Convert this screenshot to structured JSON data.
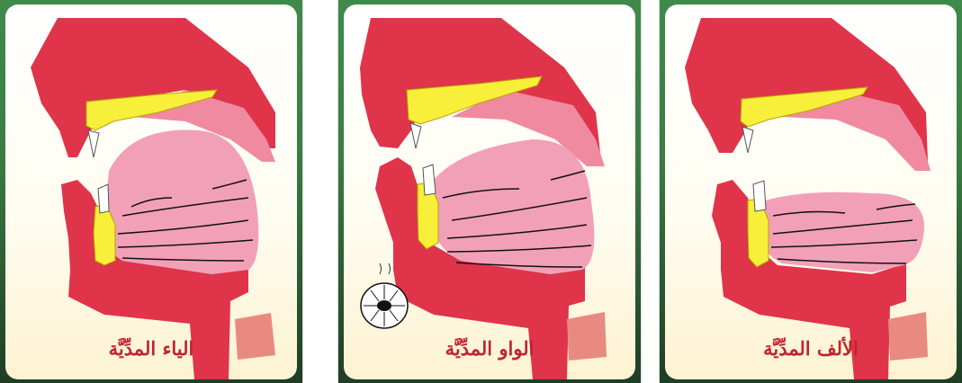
{
  "cards": [
    {
      "label": "الياء المدِّيَّة"
    },
    {
      "label": "الواو المدِّيَّة"
    },
    {
      "label": "الألف المدِّيَّة"
    }
  ],
  "colors": {
    "flesh_red": "#e0344a",
    "palate_pink": "#f08aa0",
    "tongue_pink": "#f2a0b8",
    "bone_yellow": "#f7ef3a",
    "tooth_white": "#ffffff",
    "frame_green": "#3f8a4a",
    "label_red": "#c0242f"
  },
  "icons": [
    "lips-rounded-icon"
  ]
}
